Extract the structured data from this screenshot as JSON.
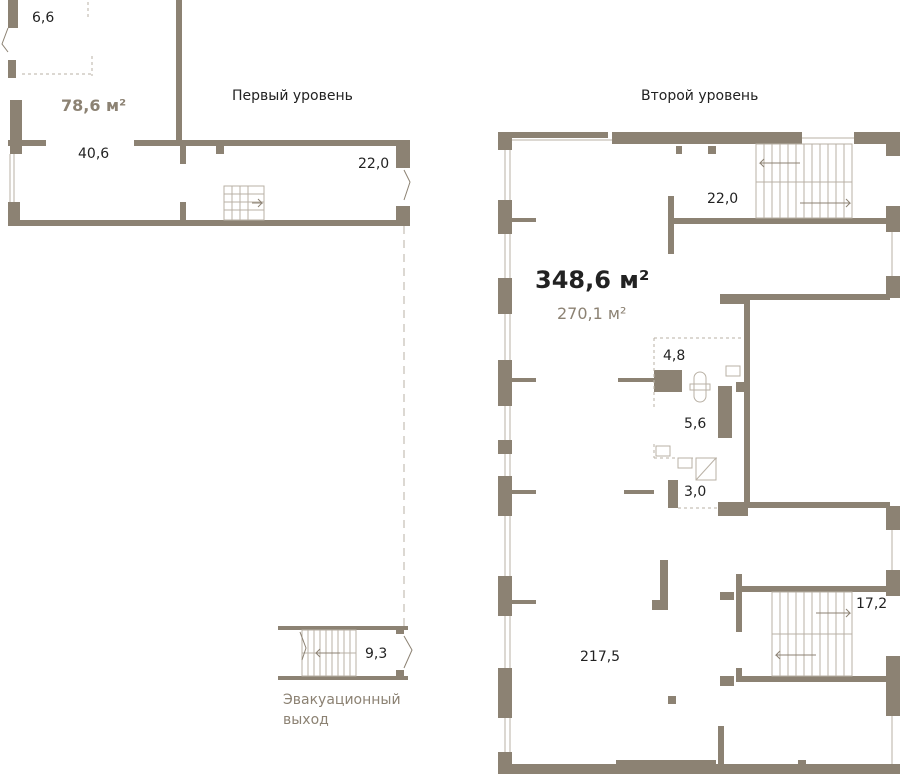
{
  "levels": {
    "first": "Первый уровень",
    "second": "Второй уровень"
  },
  "areas": {
    "total": "348,6 м²",
    "first_level_total": "78,6 м²",
    "second_level_total": "270,1 м²"
  },
  "rooms": {
    "r_6_6": "6,6",
    "r_40_6": "40,6",
    "r_22_0_first": "22,0",
    "r_9_3": "9,3",
    "r_22_0_second": "22,0",
    "r_4_8": "4,8",
    "r_5_6": "5,6",
    "r_3_0": "3,0",
    "r_17_2": "17,2",
    "r_217_5": "217,5"
  },
  "exit_label": "Эвакуационный выход",
  "colors": {
    "wall": "#8c8273",
    "thin": "#b9b1a5",
    "text": "#222222",
    "accent": "#8c8273"
  }
}
